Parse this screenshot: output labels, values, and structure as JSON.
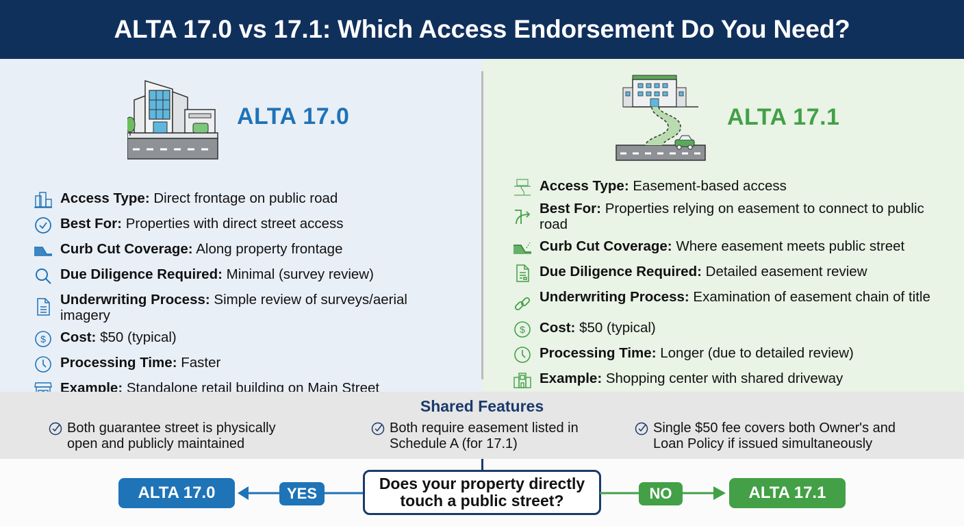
{
  "header": {
    "title": "ALTA 17.0 vs 17.1: Which Access Endorsement Do You Need?"
  },
  "colors": {
    "navy": "#10305c",
    "blue": "#1f73b7",
    "green": "#43a047",
    "left_bg": "#e9eff7",
    "right_bg": "#e9f3e6",
    "shared_bg": "#e6e6e6"
  },
  "left": {
    "title": "ALTA 17.0",
    "illustration": "building-with-direct-driveway-to-street",
    "items": [
      {
        "icon": "building-icon",
        "label": "Access Type:",
        "value": "Direct frontage on public road"
      },
      {
        "icon": "check-circle-icon",
        "label": "Best For:",
        "value": "Properties with direct street access"
      },
      {
        "icon": "curb-cut-icon",
        "label": "Curb Cut Coverage:",
        "value": "Along property frontage"
      },
      {
        "icon": "magnifier-icon",
        "label": "Due Diligence Required:",
        "value": "Minimal (survey review)"
      },
      {
        "icon": "document-icon",
        "label": "Underwriting Process:",
        "value": "Simple review of surveys/aerial imagery"
      },
      {
        "icon": "dollar-icon",
        "label": "Cost:",
        "value": "$50 (typical)"
      },
      {
        "icon": "clock-icon",
        "label": "Processing Time:",
        "value": "Faster"
      },
      {
        "icon": "storefront-icon",
        "label": "Example:",
        "value": "Standalone retail building on Main Street"
      }
    ]
  },
  "right": {
    "title": "ALTA 17.1",
    "illustration": "building-with-winding-easement-path-to-street",
    "items": [
      {
        "icon": "easement-map-icon",
        "label": "Access Type:",
        "value": "Easement-based access"
      },
      {
        "icon": "route-arrow-icon",
        "label": "Best For:",
        "value": "Properties relying on easement to connect to public road"
      },
      {
        "icon": "curb-cut-icon",
        "label": "Curb Cut Coverage:",
        "value": "Where easement meets public street"
      },
      {
        "icon": "document-icon",
        "label": "Due Diligence Required:",
        "value": "Detailed easement review"
      },
      {
        "icon": "chain-link-icon",
        "label": "Underwriting Process:",
        "value": "Examination of easement chain of title"
      },
      {
        "icon": "dollar-icon",
        "label": "Cost:",
        "value": "$50 (typical)"
      },
      {
        "icon": "clock-icon",
        "label": "Processing Time:",
        "value": "Longer (due to detailed review)"
      },
      {
        "icon": "shopping-center-icon",
        "label": "Example:",
        "value": "Shopping center with shared driveway"
      }
    ]
  },
  "shared": {
    "title": "Shared Features",
    "items": [
      {
        "line1": "Both guarantee street is physically",
        "line2": "open and publicly maintained"
      },
      {
        "line1": "Both require easement listed in",
        "line2": "Schedule A (for 17.1)"
      },
      {
        "line1": "Single $50 fee covers both Owner's and",
        "line2": "Loan Policy if issued simultaneously"
      }
    ]
  },
  "flow": {
    "question_line1": "Does your property directly",
    "question_line2": "touch a public street?",
    "yes_label": "YES",
    "no_label": "NO",
    "yes_result": "ALTA 17.0",
    "no_result": "ALTA 17.1"
  }
}
